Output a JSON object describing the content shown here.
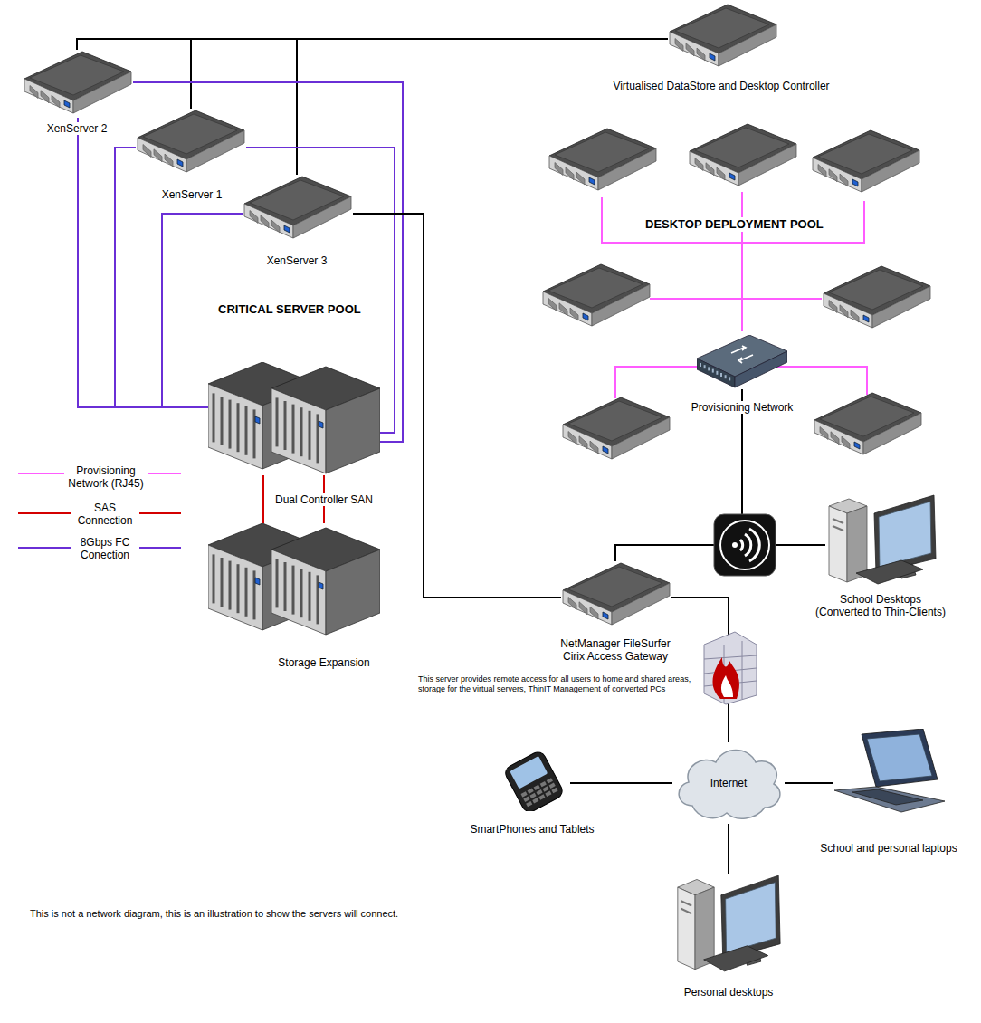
{
  "diagram": {
    "nodes": [
      {
        "text": [
          "XenServer 2"
        ]
      },
      {
        "text": [
          "Virtualised DataStore and Desktop Controller"
        ]
      },
      {
        "text": [
          "XenServer 1"
        ]
      },
      {
        "text": [
          "XenServer 3"
        ]
      },
      {
        "text": [
          "Provisioning Network"
        ]
      },
      {
        "text": [
          "Dual Controller SAN"
        ]
      },
      {
        "text": [
          "School Desktops (Converted to Thin-Clients)"
        ]
      },
      {
        "text": [
          "Storage Expansion"
        ]
      },
      {
        "text": [
          "NetManager FileSurfer Cirix Access Gateway"
        ]
      },
      {
        "text": [
          "Internet"
        ]
      },
      {
        "text": [
          "SmartPhones and Tablets"
        ]
      },
      {
        "text": [
          "School and personal laptops"
        ]
      },
      {
        "text": [
          "Personal desktops"
        ]
      }
    ],
    "edges": [
      {
        "from": 0,
        "to": 1,
        "arrow": "none"
      },
      {
        "from": 2,
        "to": 1,
        "arrow": "none"
      },
      {
        "from": 3,
        "to": 1,
        "arrow": "none"
      },
      {
        "from": 0,
        "to": 5,
        "arrow": "none"
      },
      {
        "from": 0,
        "to": 5,
        "arrow": "none"
      },
      {
        "from": 2,
        "to": 5,
        "arrow": "none"
      },
      {
        "from": 2,
        "to": 5,
        "arrow": "none"
      },
      {
        "from": 3,
        "to": 5,
        "arrow": "none"
      },
      {
        "from": 5,
        "to": 7,
        "arrow": "none"
      },
      {
        "from": 5,
        "to": 7,
        "arrow": "none"
      },
      {
        "from": 3,
        "to": 8,
        "arrow": "none"
      },
      {
        "from": 4,
        "to": 6,
        "arrow": "none"
      },
      {
        "from": 4,
        "to": 8,
        "arrow": "none"
      },
      {
        "from": 8,
        "to": 6,
        "arrow": "none"
      },
      {
        "from": 8,
        "to": 9,
        "arrow": "none"
      },
      {
        "from": 9,
        "to": 10,
        "arrow": "none"
      },
      {
        "from": 9,
        "to": 11,
        "arrow": "none"
      },
      {
        "from": 9,
        "to": 12,
        "arrow": "none"
      }
    ],
    "labels": [
      "DESKTOP DEPLOYMENT POOL",
      "CRITICAL SERVER POOL",
      "This server provides remote access for all users to home and shared areas, storage for the virtual servers, ThinIT Management of converted PCs",
      "This is not a network diagram, this is an illustration to show the servers will connect."
    ],
    "legend": [
      {
        "text": "Provisioning Network (RJ45)"
      },
      {
        "text": "SAS Connection"
      },
      {
        "text": "8Gbps FC Conection"
      }
    ]
  }
}
